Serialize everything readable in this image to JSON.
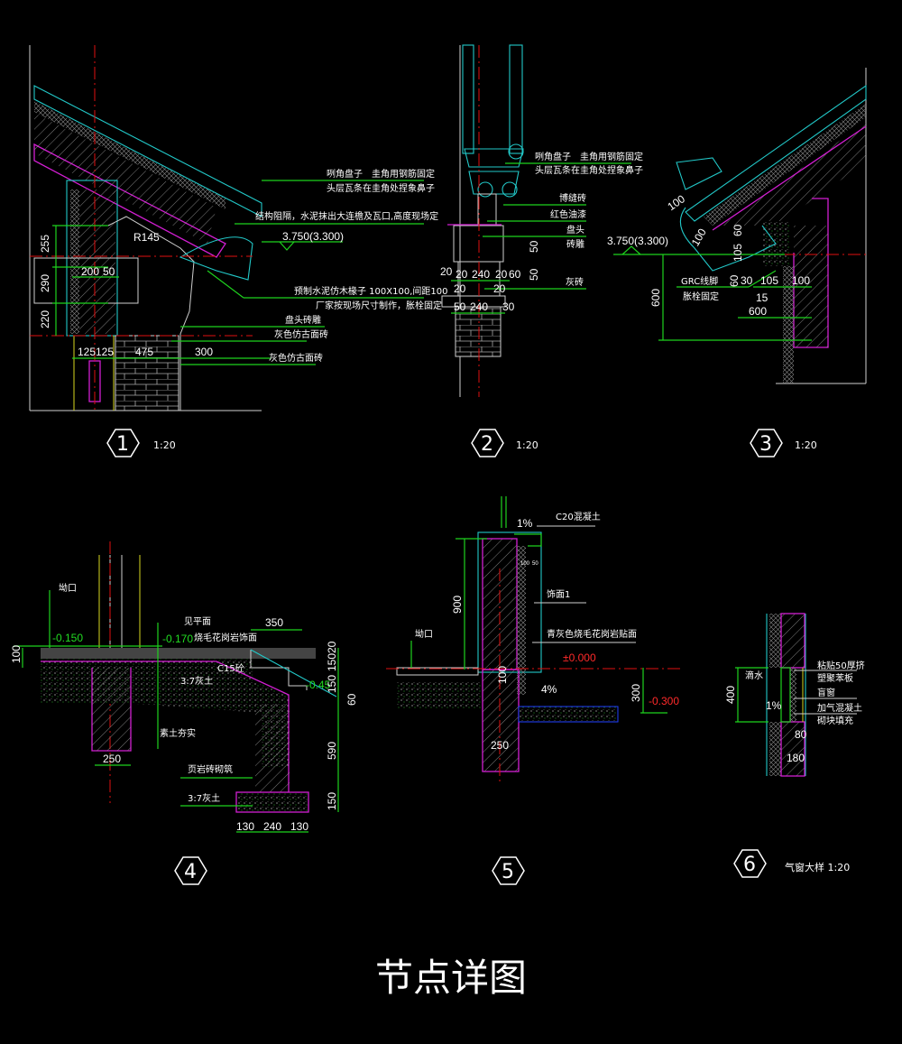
{
  "title": "节点详图",
  "details": [
    {
      "number": "1",
      "scale": "1:20",
      "notes": [
        "咧角盘子　圭角用钢筋固定",
        "头层瓦条在圭角处捏象鼻子",
        "结构阻隔，水泥抹出大连檐及瓦口,高度现场定",
        "预制水泥仿木椽子 100X100,间距100",
        "厂家按现场尺寸制作，胀栓固定",
        "盘头砖雕",
        "灰色仿古面砖",
        "灰色仿古面砖"
      ],
      "elevation": "3.750(3.300)",
      "radius": "R145",
      "dims": [
        "255",
        "290",
        "220",
        "200",
        "50",
        "125",
        "125",
        "475",
        "300"
      ]
    },
    {
      "number": "2",
      "scale": "1:20",
      "notes": [
        "咧角盘子　圭角用钢筋固定",
        "头层瓦条在圭角处捏象鼻子",
        "博缝砖",
        "红色油漆",
        "盘头",
        "砖雕",
        "灰砖"
      ],
      "dims": [
        "50",
        "50",
        "20",
        "20",
        "240",
        "20",
        "60",
        "20",
        "20",
        "50",
        "240",
        "30"
      ]
    },
    {
      "number": "3",
      "scale": "1:20",
      "notes": [
        "GRC线脚",
        "胀栓固定"
      ],
      "elevation": "3.750(3.300)",
      "dims": [
        "100",
        "100",
        "105",
        "60",
        "600",
        "60",
        "30",
        "105",
        "100",
        "15",
        "600"
      ]
    },
    {
      "number": "4",
      "notes": [
        "见平面",
        "烧毛花岗岩饰面",
        "3:7灰土",
        "C15砼",
        "素土夯实",
        "页岩砖砌筑",
        "3:7灰土",
        "坳口"
      ],
      "levels": [
        "-0.150",
        "-0.170",
        "-0.45"
      ],
      "dims": [
        "100",
        "350",
        "150",
        "20",
        "150",
        "60",
        "590",
        "150",
        "250",
        "130",
        "240",
        "130"
      ]
    },
    {
      "number": "5",
      "notes": [
        "C20混凝土",
        "饰面1",
        "青灰色烧毛花岗岩贴面",
        "坳口"
      ],
      "slopes": [
        "1%",
        "4%"
      ],
      "levels": [
        "±0.000",
        "-0.300"
      ],
      "dims": [
        "900",
        "100",
        "50",
        "100",
        "300",
        "250"
      ]
    },
    {
      "number": "6",
      "caption": "气窗大样 1:20",
      "notes": [
        "滴水",
        "粘贴50厚挤",
        "塑聚苯板",
        "盲窗",
        "加气混凝土",
        "砌块填充"
      ],
      "slopes": [
        "1%"
      ],
      "dims": [
        "400",
        "80",
        "180"
      ]
    }
  ]
}
